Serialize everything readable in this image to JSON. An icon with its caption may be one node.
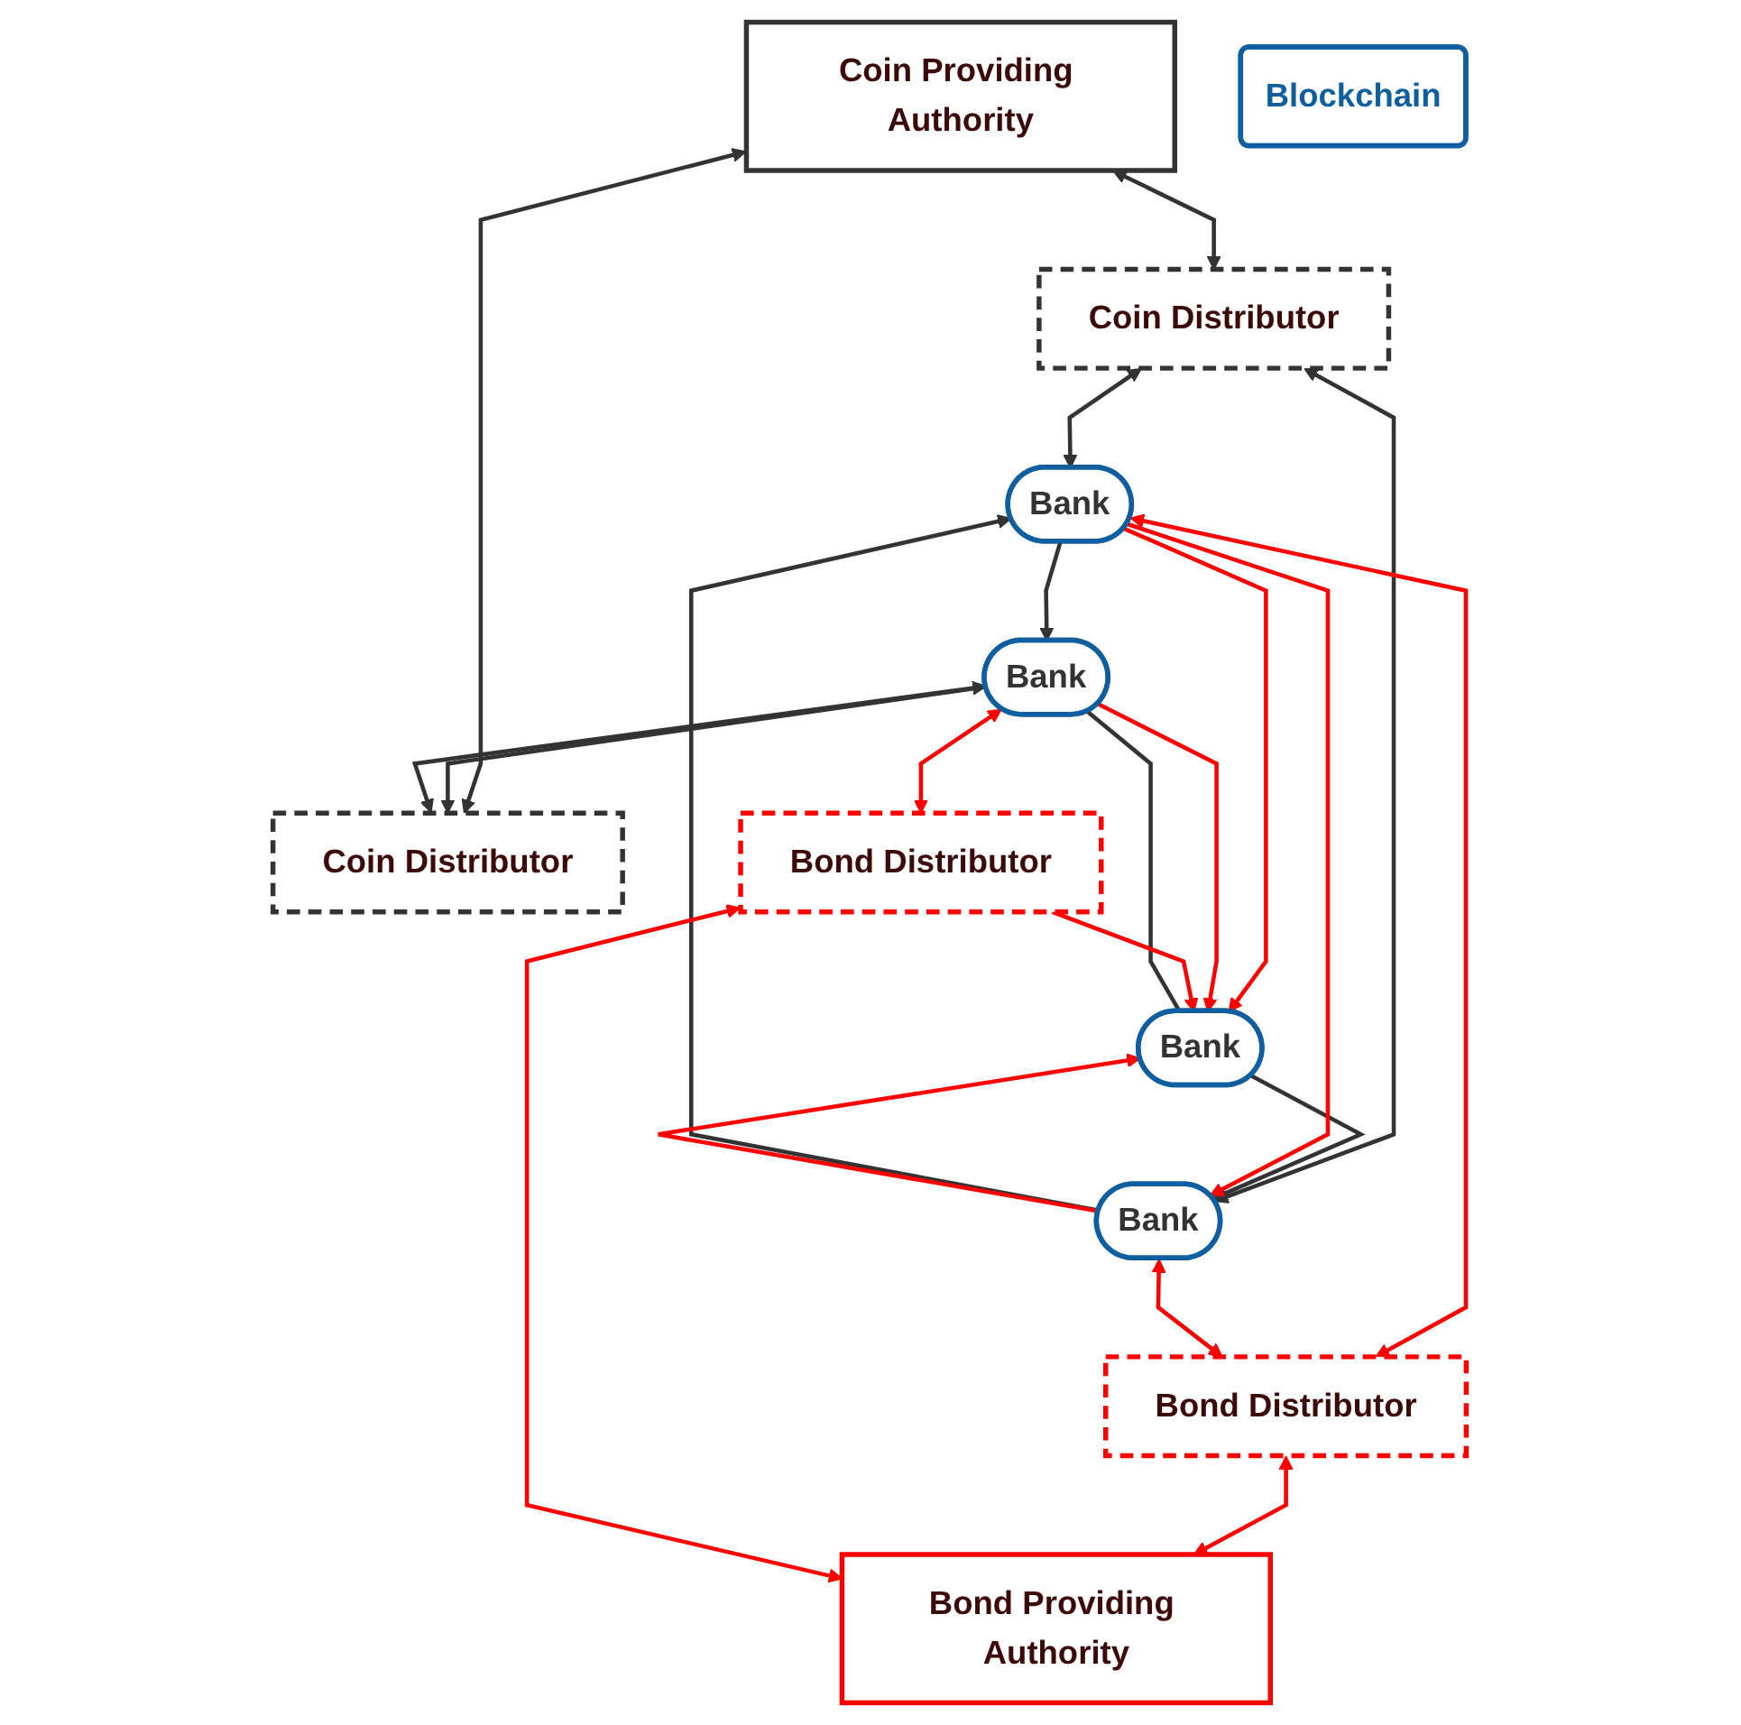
{
  "diagram": {
    "nodes": [
      {
        "text": [
          "Coin Providing Authority"
        ]
      },
      {
        "text": [
          "Coin Distributor"
        ]
      },
      {
        "text": [
          "Coin Distributor"
        ]
      },
      {
        "text": [
          "Bank"
        ]
      },
      {
        "text": [
          "Bank"
        ]
      },
      {
        "text": [
          "Bank"
        ]
      },
      {
        "text": [
          "Bank"
        ]
      },
      {
        "text": [
          "Bond Distributor"
        ]
      },
      {
        "text": [
          "Bond Distributor"
        ]
      },
      {
        "text": [
          "Bond Providing Authority"
        ]
      },
      {
        "text": [
          "Blockchain"
        ]
      }
    ],
    "edges": [
      {
        "from": 0,
        "to": 1,
        "arrow": "both"
      },
      {
        "from": 0,
        "to": 2,
        "arrow": "both"
      },
      {
        "from": 1,
        "to": 3,
        "arrow": "both"
      },
      {
        "from": 1,
        "to": 6,
        "arrow": "both"
      },
      {
        "from": 2,
        "to": 4,
        "arrow": "both"
      },
      {
        "from": 4,
        "to": 2,
        "arrow": "to"
      },
      {
        "from": 3,
        "to": 4,
        "arrow": "to"
      },
      {
        "from": 6,
        "to": 3,
        "arrow": "to"
      },
      {
        "from": 5,
        "to": 6,
        "arrow": "to"
      },
      {
        "from": 5,
        "to": 4,
        "arrow": "none"
      },
      {
        "from": 3,
        "to": 6,
        "arrow": "to",
        "color": "#ff0000"
      },
      {
        "from": 3,
        "to": 5,
        "arrow": "to",
        "color": "#ff0000"
      },
      {
        "from": 4,
        "to": 5,
        "arrow": "to",
        "color": "#ff0000"
      },
      {
        "from": 6,
        "to": 5,
        "arrow": "to",
        "color": "#ff0000"
      },
      {
        "from": 8,
        "to": 5,
        "arrow": "to",
        "color": "#ff0000"
      },
      {
        "from": 3,
        "to": 7,
        "arrow": "both",
        "color": "#ff0000"
      },
      {
        "from": 6,
        "to": 7,
        "arrow": "both",
        "color": "#ff0000"
      },
      {
        "from": 4,
        "to": 8,
        "arrow": "both",
        "color": "#ff0000"
      },
      {
        "from": 7,
        "to": 9,
        "arrow": "both",
        "color": "#ff0000"
      },
      {
        "from": 8,
        "to": 9,
        "arrow": "both",
        "color": "#ff0000"
      }
    ]
  }
}
